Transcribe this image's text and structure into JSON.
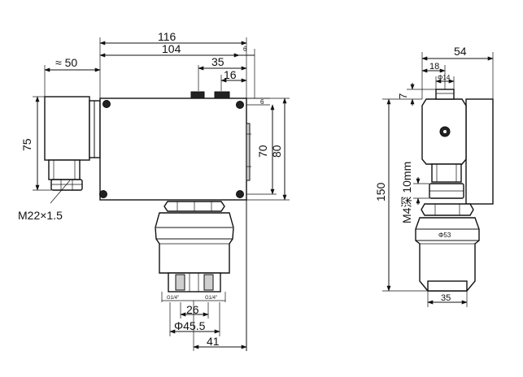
{
  "front_view": {
    "dim_overall_width": "116",
    "dim_body_width": "104",
    "dim_gap": "6",
    "dim_connector_offset": "35",
    "dim_connector_width": "16",
    "dim_top_offset": "6",
    "dim_approx_depth": "≈ 50",
    "dim_box_height": "75",
    "dim_body_height_inner": "70",
    "dim_body_height": "80",
    "thread_label": "M22×1.5",
    "port_left": "G1/4\"",
    "port_right": "G1/4\"",
    "dim_port_spacing": "26",
    "dim_diameter": "Φ45.5",
    "dim_offset_bottom": "41"
  },
  "side_view": {
    "dim_total_width": "54",
    "dim_18": "18",
    "dim_diameter_small": "Φ14",
    "dim_7": "7",
    "dim_height": "150",
    "mount_label": "M4深 10mm",
    "dim_flange": "Φ53",
    "dim_base": "35"
  }
}
